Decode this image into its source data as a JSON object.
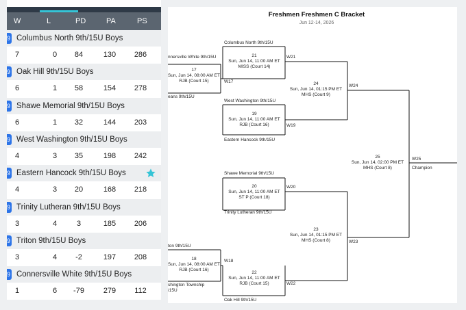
{
  "standings": {
    "headers": [
      "W",
      "L",
      "PD",
      "PA",
      "PS"
    ],
    "rows": [
      {
        "seed": "9",
        "team": "Columbus North 9th/15U Boys",
        "w": "7",
        "l": "0",
        "pd": "84",
        "pa": "130",
        "ps": "286"
      },
      {
        "seed": "9",
        "team": "Oak Hill 9th/15U Boys",
        "w": "6",
        "l": "1",
        "pd": "58",
        "pa": "154",
        "ps": "278"
      },
      {
        "seed": "9",
        "team": "Shawe Memorial 9th/15U Boys",
        "w": "6",
        "l": "1",
        "pd": "32",
        "pa": "144",
        "ps": "203"
      },
      {
        "seed": "9",
        "team": "West Washington 9th/15U Boys",
        "w": "4",
        "l": "3",
        "pd": "35",
        "pa": "198",
        "ps": "242"
      },
      {
        "seed": "9",
        "team": "Eastern Hancock 9th/15U Boys",
        "w": "4",
        "l": "3",
        "pd": "20",
        "pa": "168",
        "ps": "218",
        "starred": true
      },
      {
        "seed": "9",
        "team": "Trinity Lutheran 9th/15U Boys",
        "w": "3",
        "l": "4",
        "pd": "3",
        "pa": "185",
        "ps": "206"
      },
      {
        "seed": "9",
        "team": "Triton 9th/15U Boys",
        "w": "3",
        "l": "4",
        "pd": "-2",
        "pa": "197",
        "ps": "208"
      },
      {
        "seed": "9",
        "team": "Connersville White 9th/15U Boys",
        "w": "1",
        "l": "6",
        "pd": "-79",
        "pa": "279",
        "ps": "112"
      }
    ]
  },
  "bracket": {
    "title": "Freshmen Freshmen C Bracket",
    "dates": "Jun 12-14, 2026",
    "games": [
      {
        "id": "g17",
        "num": "17",
        "time": "Sun, Jun 14, 08:00 AM ET",
        "court": "RJB (Court 15)",
        "top": "nnersville White 9th/15U",
        "bottom": "eans 9th/15U",
        "winner": "W17"
      },
      {
        "id": "g21",
        "num": "21",
        "time": "Sun, Jun 14, 11:00 AM ET",
        "court": "MISS (Court 14)",
        "top": "Columbus North 9th/15U",
        "winner": "W21"
      },
      {
        "id": "g19",
        "num": "19",
        "time": "Sun, Jun 14, 11:00 AM ET",
        "court": "RJB (Court 16)",
        "top": "West Washington 9th/15U",
        "bottom": "Eastern Hancock 9th/15U",
        "winner": "W19"
      },
      {
        "id": "g24",
        "num": "24",
        "time": "Sun, Jun 14, 01:15 PM ET",
        "court": "MHS (Court 9)",
        "winner": "W24"
      },
      {
        "id": "g20",
        "num": "20",
        "time": "Sun, Jun 14, 11:00 AM ET",
        "court": "ST P (Court 18)",
        "top": "Shawe Memorial 9th/15U",
        "bottom": "Trinity Lutheran 9th/15U",
        "winner": "W20"
      },
      {
        "id": "g23",
        "num": "23",
        "time": "Sun, Jun 14, 01:15 PM ET",
        "court": "MHS (Court 8)",
        "winner": "W23"
      },
      {
        "id": "g18",
        "num": "18",
        "time": "Sun, Jun 14, 08:00 AM ET",
        "court": "RJB (Court 16)",
        "top": "ton 9th/15U",
        "bottom": "shington Township",
        "bottom2": "/15U",
        "winner": "W18"
      },
      {
        "id": "g22",
        "num": "22",
        "time": "Sun, Jun 14, 11:00 AM ET",
        "court": "RJB (Court 15)",
        "bottom": "Oak Hill 9th/15U",
        "winner": "W22"
      },
      {
        "id": "g25",
        "num": "25",
        "time": "Sun, Jun 14, 02:00 PM ET",
        "court": "MHS (Court 8)",
        "winner": "W25"
      }
    ],
    "champion_label": "Champion"
  },
  "colors": {
    "accent": "#35c4d6",
    "badge": "#2c74e8",
    "header": "#5b6570",
    "tabbar": "#2f3a47"
  },
  "icons": {
    "favorite": "star-icon"
  }
}
